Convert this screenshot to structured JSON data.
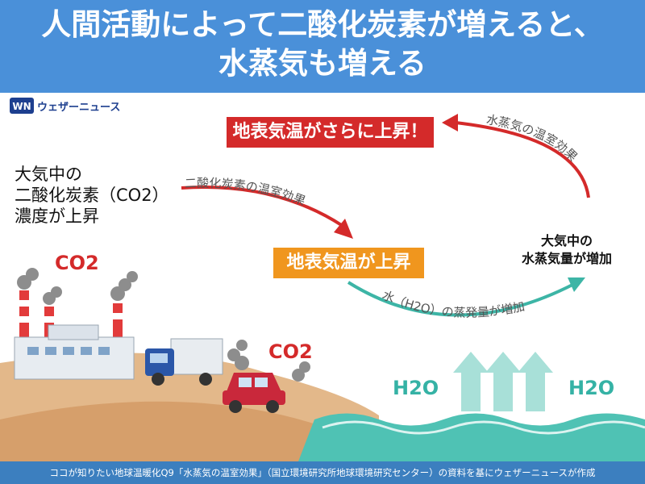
{
  "header": {
    "title_line1": "人間活動によって二酸化炭素が増えると、",
    "title_line2": "水蒸気も増える"
  },
  "logo": {
    "text": "ウェザーニュース",
    "mark": "WN"
  },
  "labels": {
    "co2_rise_line1": "大気中の",
    "co2_rise_line2": "二酸化炭素（CO2）",
    "co2_rise_line3": "濃度が上昇",
    "surface_temp_rises": "地表気温が上昇",
    "surface_temp_rises_further": "地表気温がさらに上昇！",
    "vapor_increase_line1": "大気中の",
    "vapor_increase_line2": "水蒸気量が増加",
    "co2_greenhouse": "二酸化炭素の温室効果",
    "vapor_greenhouse": "水蒸気の温室効果",
    "evaporation": "水（H2O）の蒸発量が増加",
    "co2_factory": "CO2",
    "co2_car": "CO2",
    "h2o_left": "H2O",
    "h2o_right": "H2O"
  },
  "footer": {
    "text": "ココが知りたい地球温暖化Q9「水蒸気の温室効果」（国立環境研究所地球環境研究センター）の資料を基にウェザーニュースが作成"
  },
  "colors": {
    "header_bg": "#4a90d9",
    "red_box": "#d42a2a",
    "orange_box": "#f0961e",
    "arrow_red": "#d42a2a",
    "arrow_teal": "#3db5a6",
    "sea": "#4fc2b4"
  }
}
